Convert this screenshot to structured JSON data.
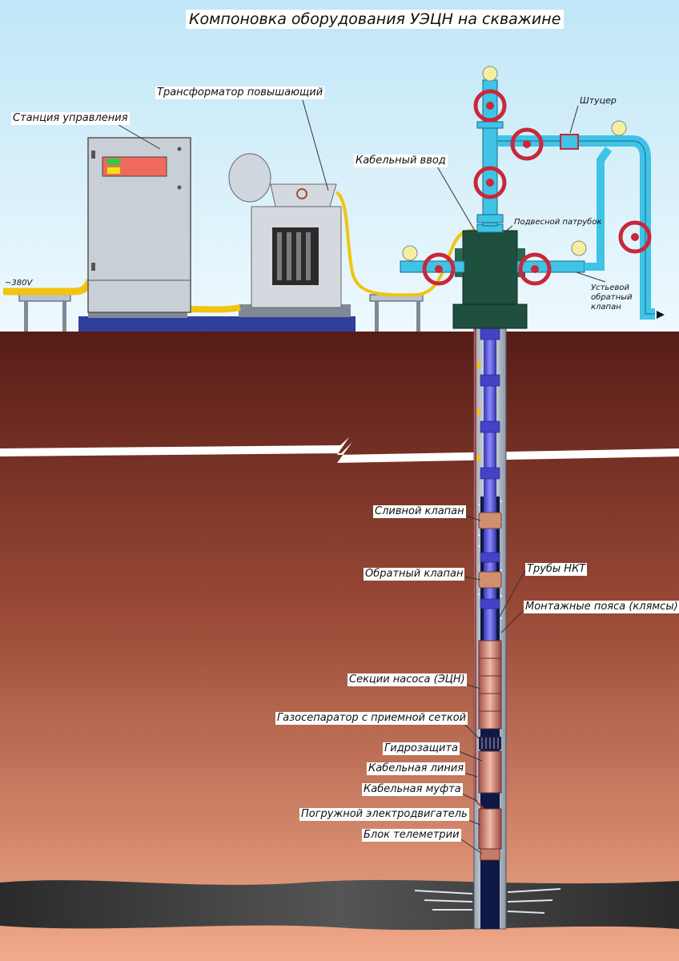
{
  "title": "Компоновка оборудования УЭЦН на скважине",
  "labels": {
    "control_station": "Станция управления",
    "transformer": "Трансформатор повышающий",
    "cable_entry": "Кабельный ввод",
    "choke": "Штуцер",
    "hanger_pipe": "Подвесной патрубок",
    "wellhead_check_valve": [
      "Устьевой",
      "обратный",
      "клапан"
    ],
    "voltage": "~380V",
    "drain_valve": "Сливной клапан",
    "check_valve": "Обратный клапан",
    "tubing": "Трубы НКТ",
    "clamps": "Монтажные пояса (клямсы)",
    "pump_sections": "Секции насоса (ЭЦН)",
    "gas_separator": "Газосепаратор с приемной сеткой",
    "protector": "Гидрозащита",
    "cable_line": "Кабельная линия",
    "cable_coupling": "Кабельная муфта",
    "motor": "Погружной электродвигатель",
    "telemetry": "Блок телеметрии"
  },
  "colors": {
    "sky_top": "#bfe6f7",
    "sky_bottom": "#eaf7fc",
    "earth_top": "#5a1e18",
    "earth_bottom": "#f0a888",
    "pipe_cyan": "#3fc3e6",
    "valve_red": "#c8283a",
    "wellhead_green": "#1f4f3e",
    "cable_yellow": "#f1c40f",
    "equipment_grey": "#c9cfd6",
    "pump_blue": "#5a58e0"
  }
}
